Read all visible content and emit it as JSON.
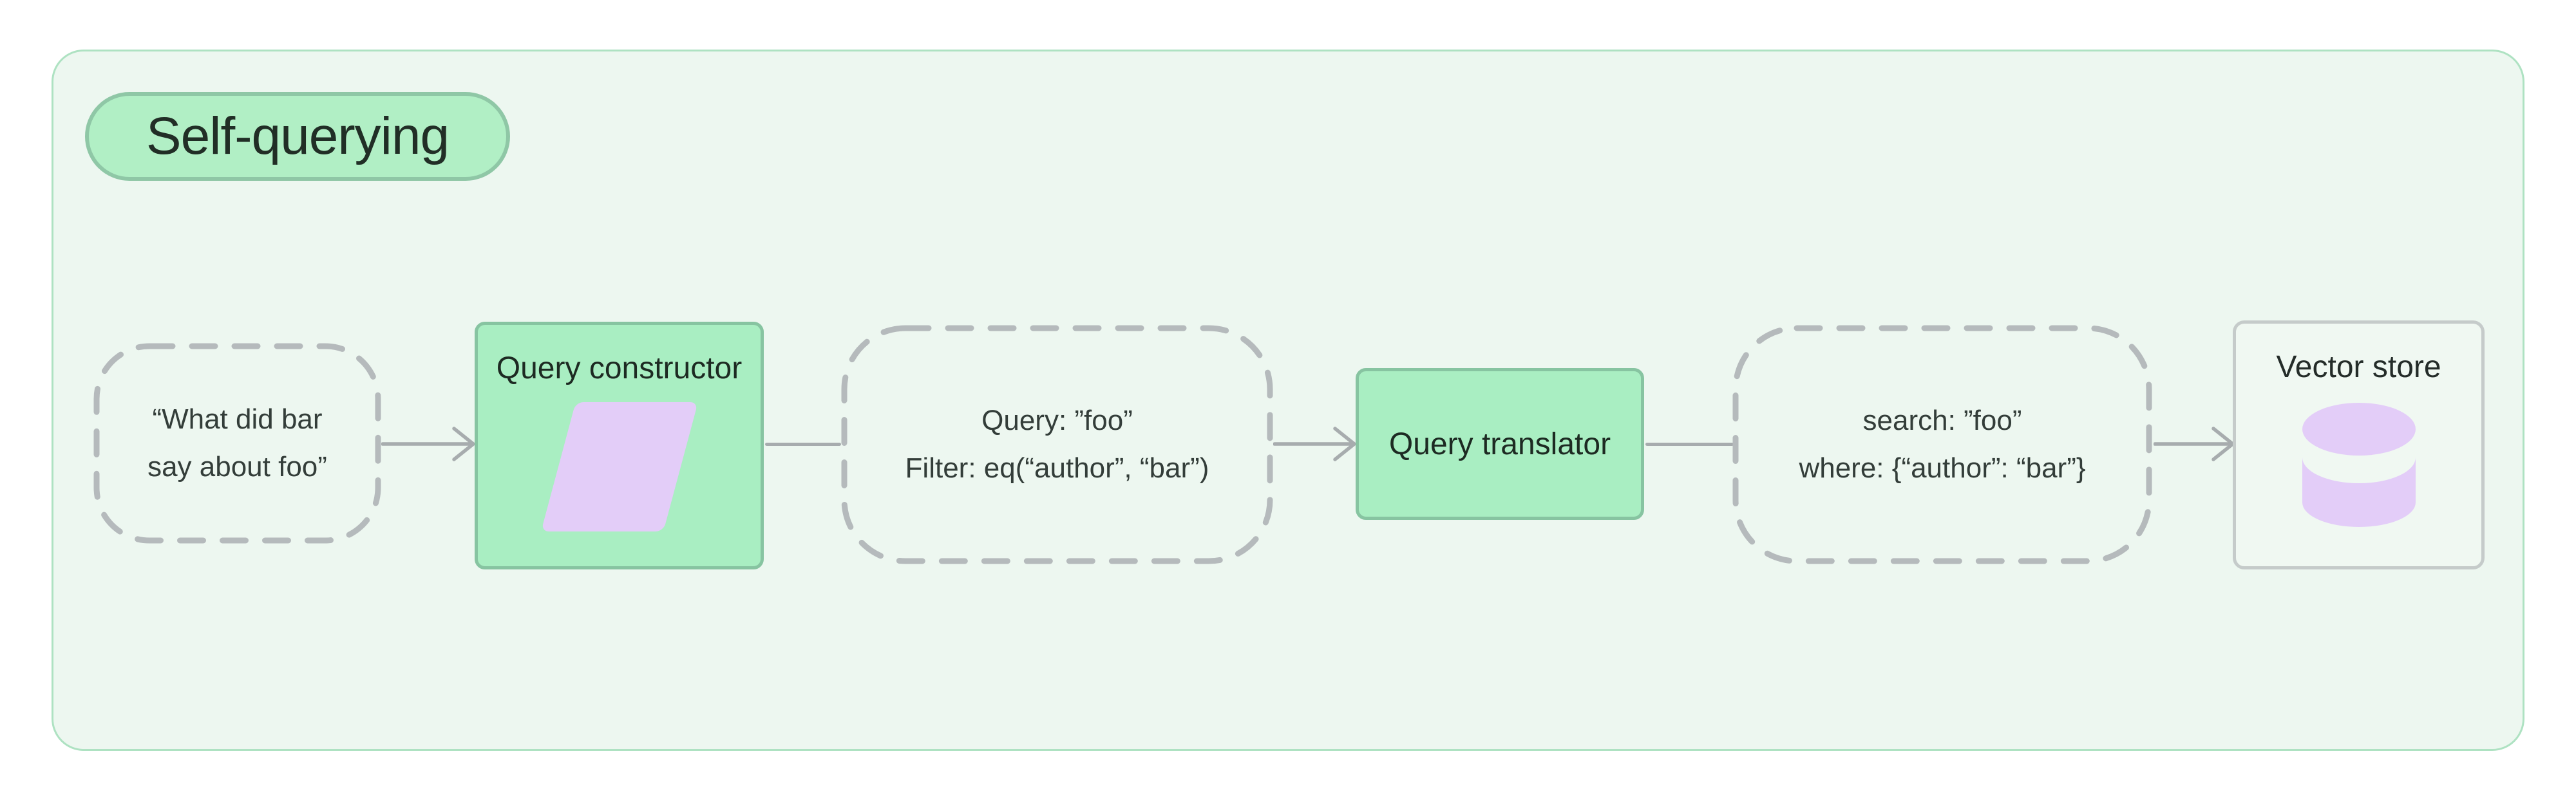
{
  "title": "Self-querying",
  "nodes": {
    "user_query": {
      "line1": "“What did bar",
      "line2": "say about foo”"
    },
    "query_constructor": {
      "label": "Query constructor",
      "icon": "parallelogram-icon"
    },
    "structured_query": {
      "line1": "Query: ”foo”",
      "line2": "Filter: eq(“author”, “bar”)"
    },
    "query_translator": {
      "label": "Query translator"
    },
    "translated_query": {
      "line1": "search: ”foo”",
      "line2": "where: {“author”: “bar”}"
    },
    "vector_store": {
      "label": "Vector store",
      "icon": "database-icon"
    }
  },
  "colors": {
    "frame_background": "#edf7f0",
    "frame_border": "#aee2c2",
    "green_fill": "#a9eec2",
    "green_border": "#87c4a1",
    "pill_fill": "#b1efc5",
    "pill_border": "#8fc7a6",
    "lavender": "#e3cdf8",
    "dash_gray": "#b5babc",
    "arrow_gray": "#a7acae",
    "text_dark": "#212e26",
    "node_text": "#333d39",
    "outline_box_border": "#c5cbca"
  }
}
